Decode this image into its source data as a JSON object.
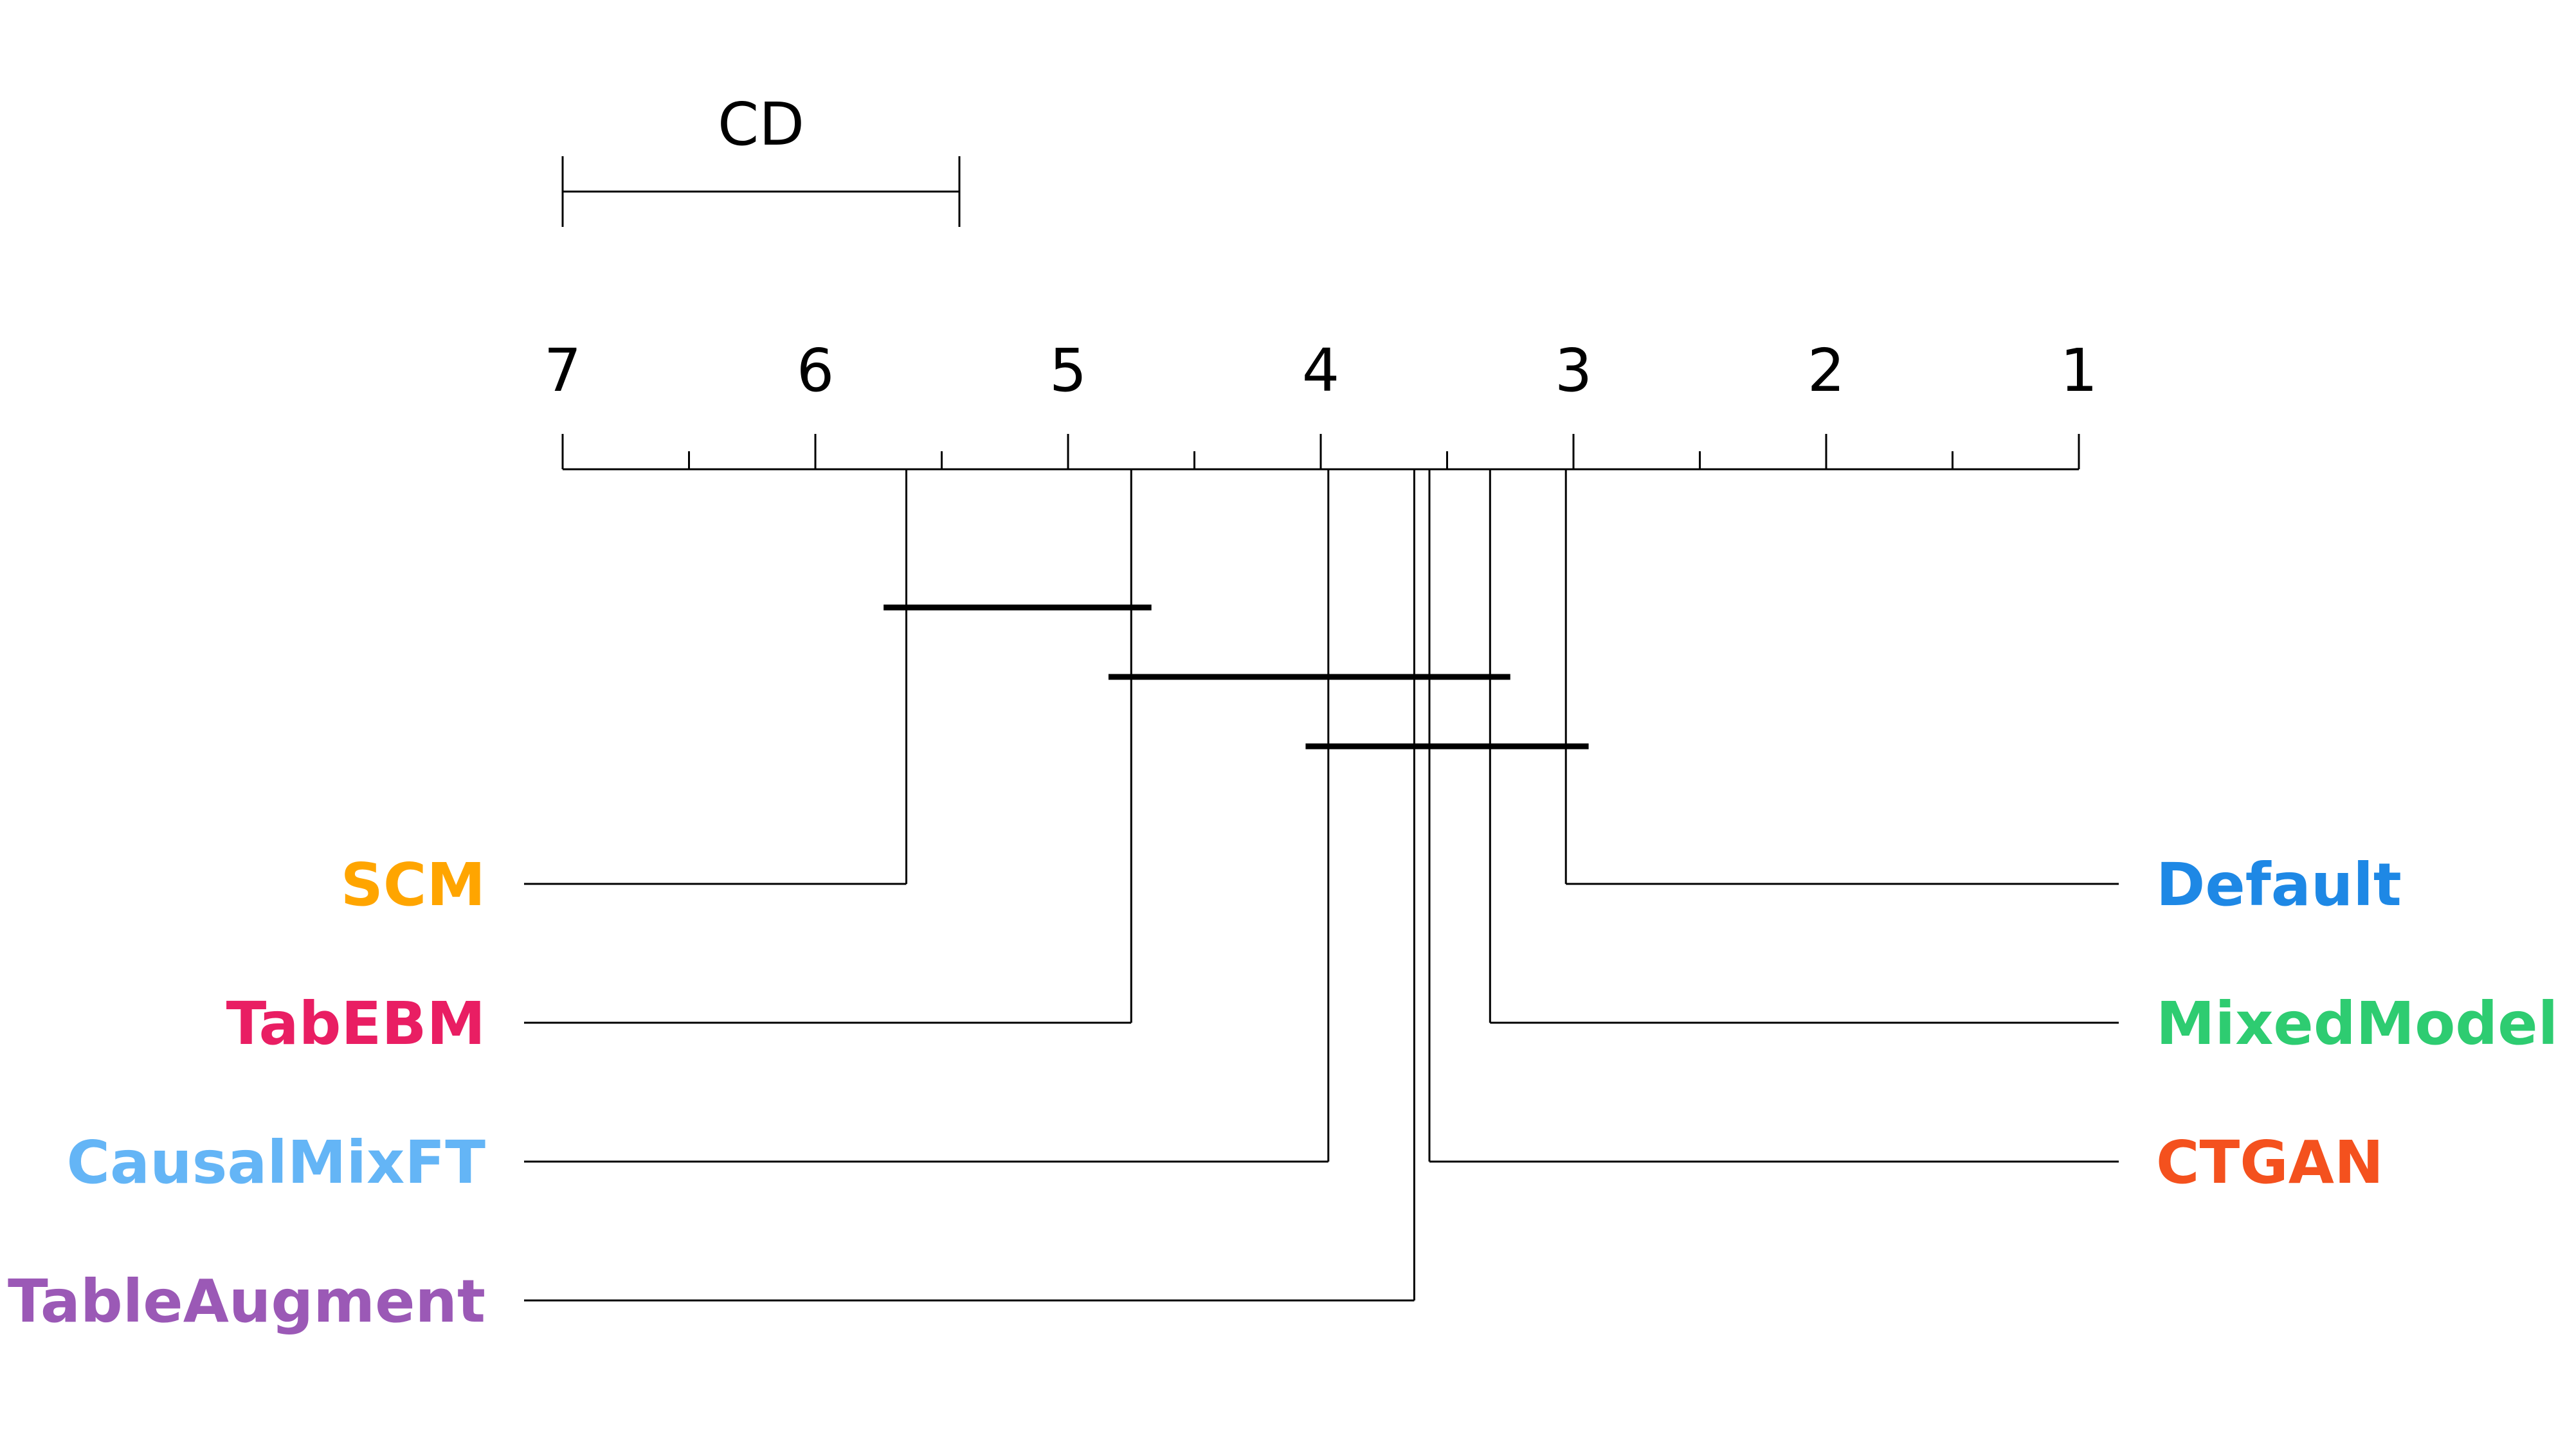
{
  "chart_data": {
    "type": "critical-difference",
    "axis": {
      "min": 1,
      "max": 7,
      "reversed": true,
      "major_ticks": [
        7,
        6,
        5,
        4,
        3,
        2,
        1
      ],
      "minor_ticks": [
        6.5,
        5.5,
        4.5,
        3.5,
        2.5,
        1.5
      ],
      "tick_labels": [
        "7",
        "6",
        "5",
        "4",
        "3",
        "2",
        "1"
      ]
    },
    "cd": {
      "label": "CD",
      "value": 1.57
    },
    "methods_left": [
      {
        "name": "SCM",
        "avg_rank": 5.64,
        "color": "#FFA500"
      },
      {
        "name": "TabEBM",
        "avg_rank": 4.75,
        "color": "#E91E63"
      },
      {
        "name": "CausalMixFT",
        "avg_rank": 3.97,
        "color": "#64B5F6"
      },
      {
        "name": "TableAugment",
        "avg_rank": 3.63,
        "color": "#9B59B6"
      }
    ],
    "methods_right": [
      {
        "name": "Default",
        "avg_rank": 3.03,
        "color": "#1E88E5"
      },
      {
        "name": "MixedModel",
        "avg_rank": 3.33,
        "color": "#2ECC71"
      },
      {
        "name": "CTGAN",
        "avg_rank": 3.57,
        "color": "#F4511E"
      }
    ],
    "cliques": [
      {
        "from": 5.73,
        "to": 4.67
      },
      {
        "from": 4.84,
        "to": 3.25
      },
      {
        "from": 4.06,
        "to": 2.94
      }
    ]
  }
}
